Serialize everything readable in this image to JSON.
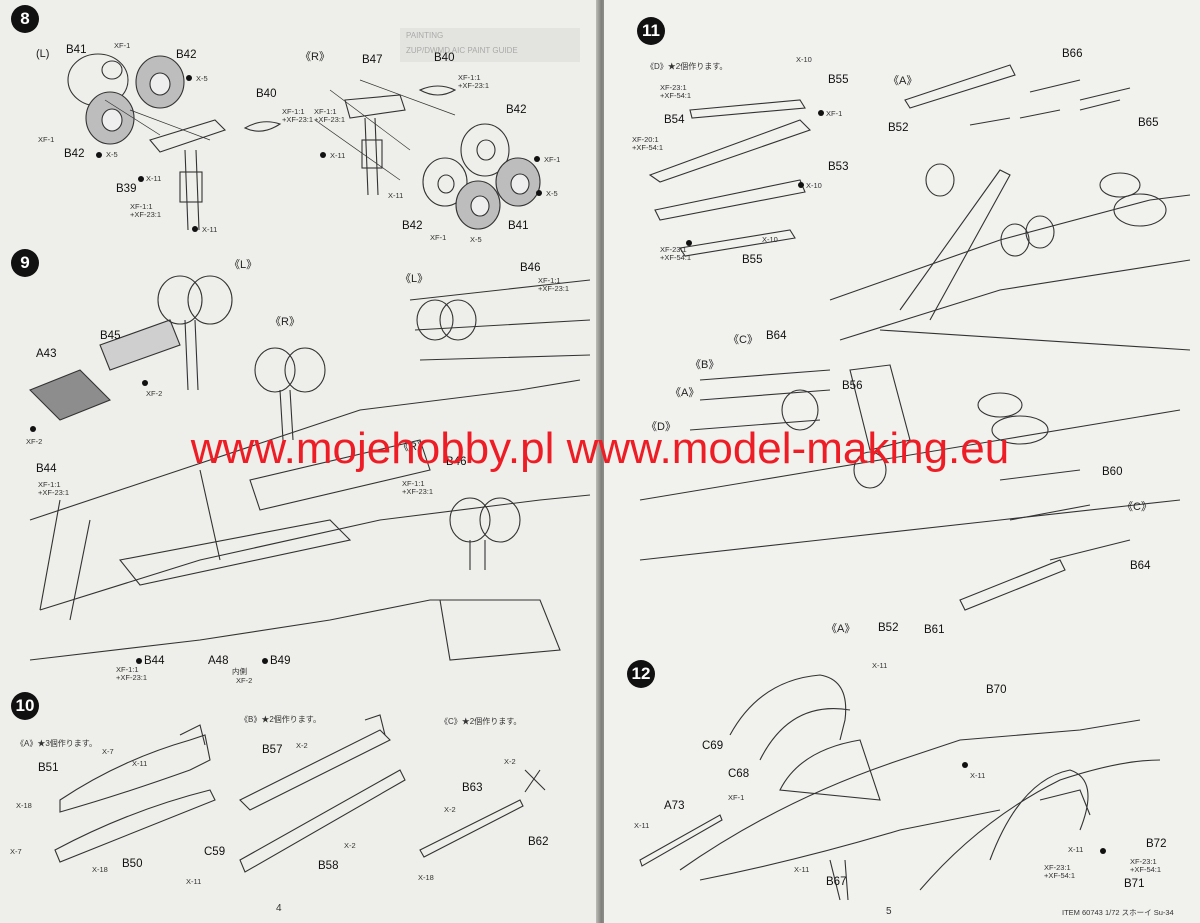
{
  "watermark": {
    "text": "www.mojehobby.pl www.model-making.eu",
    "color": "#ee1c24"
  },
  "steps": {
    "s8": "8",
    "s9": "9",
    "s10": "10",
    "s11": "11",
    "s12": "12"
  },
  "orientation": {
    "L": "《L》",
    "R": "《R》",
    "A": "《A》",
    "B": "《B》",
    "C": "《C》",
    "D": "《D》",
    "L_short": "(L)"
  },
  "notes": {
    "a3": "《A》★3個作ります。",
    "b2": "《B》★2個作ります。",
    "c2": "《C》★2個作ります。",
    "d2": "《D》★2個作ります。",
    "inner": "内側"
  },
  "header_ghost": {
    "title": "PAINTING",
    "sub": "ZUP/DWMD AIC PAINT GUIDE"
  },
  "paints": {
    "xf1": "XF-1",
    "xf2": "XF-2",
    "x5": "X-5",
    "x11": "X-11",
    "x10": "X-10",
    "x7": "X-7",
    "x18": "X-18",
    "x2": "X-2",
    "mix_xf1_xf23": "XF-1:1\n+XF-23:1",
    "mix_xf23_xf54": "XF-23:1\n+XF-54:1",
    "mix_xf20_xf54": "XF-20:1\n+XF-54:1"
  },
  "parts": {
    "B39": "B39",
    "B40": "B40",
    "B41": "B41",
    "B42": "B42",
    "B44": "B44",
    "B45": "B45",
    "B46": "B46",
    "B47": "B47",
    "B49": "B49",
    "B50": "B50",
    "B51": "B51",
    "B52": "B52",
    "B53": "B53",
    "B54": "B54",
    "B55": "B55",
    "B56": "B56",
    "B57": "B57",
    "B58": "B58",
    "B60": "B60",
    "B61": "B61",
    "B62": "B62",
    "B63": "B63",
    "B64": "B64",
    "B65": "B65",
    "B66": "B66",
    "B67": "B67",
    "B70": "B70",
    "B71": "B71",
    "B72": "B72",
    "A43": "A43",
    "A48": "A48",
    "A73": "A73",
    "C59": "C59",
    "C68": "C68",
    "C69": "C69"
  },
  "footer": {
    "page_left": "4",
    "page_right": "5",
    "item": "ITEM 60743  1/72 スホーイ Su-34"
  }
}
